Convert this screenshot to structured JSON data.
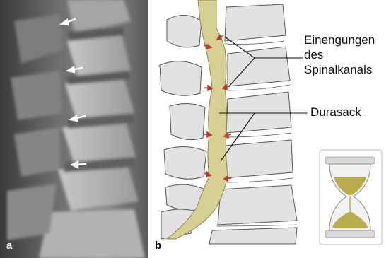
{
  "panel_a": {
    "letter": "a"
  },
  "panel_b": {
    "letter": "b",
    "callouts": {
      "narrowing_line1": "Einengungen",
      "narrowing_line2": "des",
      "narrowing_line3": "Spinalkanals",
      "dura": "Durasack"
    }
  },
  "colors": {
    "dural_sac": "#d7d092",
    "dural_sac_outline": "#8c8650",
    "vertebra": "#dedede",
    "vertebra_outline": "#4a4a4a",
    "arrow_red": "#c0392b",
    "hourglass_sand": "#b8ae4e"
  },
  "icons": [
    "white-arrow-icon",
    "red-arrow-icon",
    "hourglass-icon"
  ]
}
